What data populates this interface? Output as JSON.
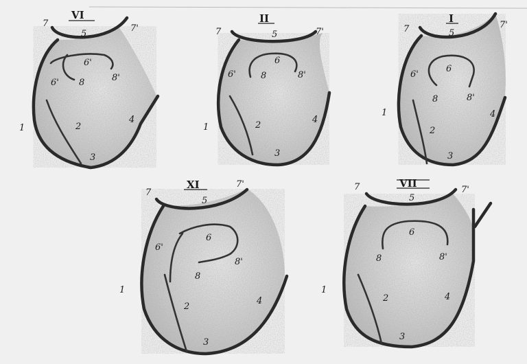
{
  "panels": [
    {
      "numeral": "VI",
      "labels": {
        "l1": "1",
        "l2": "2",
        "l3": "3",
        "l4": "4",
        "l5": "5",
        "l6": "6'",
        "l6b": "6'",
        "l7": "7",
        "l7p": "7'",
        "l8": "8",
        "l8p": "8'"
      }
    },
    {
      "numeral": "II",
      "labels": {
        "l1": "1",
        "l2": "2",
        "l3": "3",
        "l4": "4",
        "l5": "5",
        "l6": "6",
        "l6p": "6'",
        "l7": "7",
        "l7p": "7'",
        "l8": "8",
        "l8p": "8'"
      }
    },
    {
      "numeral": "I",
      "labels": {
        "l1": "1",
        "l2": "2",
        "l3": "3",
        "l4": "4",
        "l5": "5",
        "l6": "6",
        "l6p": "6'",
        "l7": "7",
        "l7p": "7'",
        "l8": "8",
        "l8p": "8'"
      }
    },
    {
      "numeral": "XI",
      "labels": {
        "l1": "1",
        "l2": "2",
        "l3": "3",
        "l4": "4",
        "l5": "5",
        "l6": "6",
        "l6p": "6'",
        "l7": "7",
        "l7p": "7'",
        "l8": "8",
        "l8p": "8'"
      }
    },
    {
      "numeral": "VII",
      "labels": {
        "l1": "1",
        "l2": "2",
        "l3": "3",
        "l4": "4",
        "l5": "5",
        "l6": "6",
        "l7": "7",
        "l7p": "7'",
        "l8": "8",
        "l8p": "8'"
      }
    }
  ]
}
